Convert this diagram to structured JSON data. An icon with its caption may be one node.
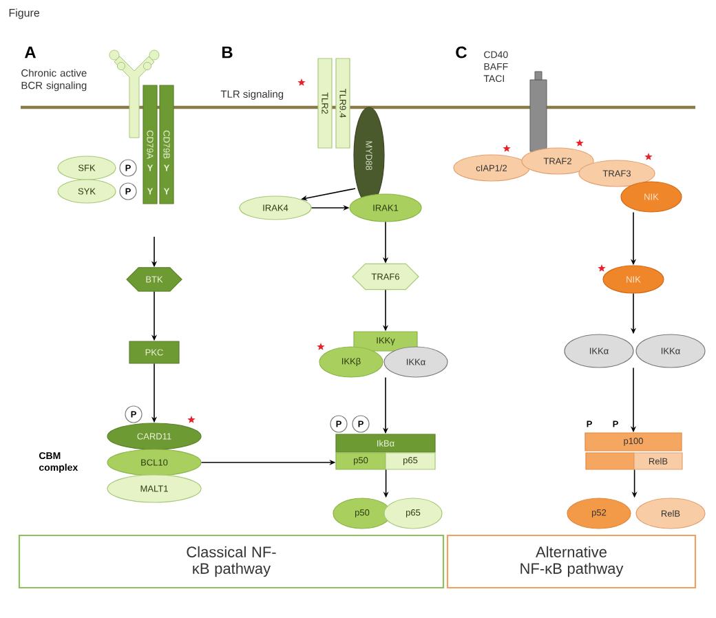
{
  "diagram": {
    "title": "Figure",
    "nodes": [
      {
        "text": [
          "CD79A"
        ]
      },
      {
        "text": [
          "CD79B"
        ]
      },
      {
        "text": [
          "SFK"
        ]
      },
      {
        "text": [
          "SYK"
        ]
      },
      {
        "text": [
          "P"
        ]
      },
      {
        "text": [
          "P"
        ]
      },
      {
        "text": [
          "BTK"
        ]
      },
      {
        "text": [
          "PKC"
        ]
      },
      {
        "text": [
          "P"
        ]
      },
      {
        "text": [
          "CARD11"
        ]
      },
      {
        "text": [
          "BCL10"
        ]
      },
      {
        "text": [
          "MALT1"
        ]
      },
      {
        "text": [
          "TLR2"
        ]
      },
      {
        "text": [
          "TLR9.4"
        ]
      },
      {
        "text": [
          "MYD88"
        ]
      },
      {
        "text": [
          "IRAK4"
        ]
      },
      {
        "text": [
          "IRAK1"
        ]
      },
      {
        "text": [
          "TRAF6"
        ]
      },
      {
        "text": [
          "IKKγ"
        ]
      },
      {
        "text": [
          "IKKβ"
        ]
      },
      {
        "text": [
          "IKKα"
        ]
      },
      {
        "text": [
          "P"
        ]
      },
      {
        "text": [
          "P"
        ]
      },
      {
        "text": [
          "IkBα"
        ]
      },
      {
        "text": [
          "p50"
        ]
      },
      {
        "text": [
          "p65"
        ]
      },
      {
        "text": [
          "p50"
        ]
      },
      {
        "text": [
          "p65"
        ]
      },
      {
        "text": [
          "cIAP1/2"
        ]
      },
      {
        "text": [
          "TRAF2"
        ]
      },
      {
        "text": [
          "TRAF3"
        ]
      },
      {
        "text": [
          "NIK"
        ]
      },
      {
        "text": [
          "NIK"
        ]
      },
      {
        "text": [
          "IKKα"
        ]
      },
      {
        "text": [
          "IKKα"
        ]
      },
      {
        "text": [
          "p100"
        ]
      },
      {
        "text": [],
        "shape": "bar"
      },
      {
        "text": [
          "RelB"
        ]
      },
      {
        "text": [
          "p52"
        ]
      },
      {
        "text": [
          "RelB"
        ]
      },
      {
        "text": [
          "Classical NF-κB pathway"
        ]
      },
      {
        "text": [
          "Alternative NF-κB pathway"
        ]
      }
    ],
    "edges": [
      {
        "from": null,
        "to": 6,
        "arrow": "to"
      },
      {
        "from": 6,
        "to": 7,
        "arrow": "to"
      },
      {
        "from": 7,
        "to": 9,
        "arrow": "to"
      },
      {
        "from": 10,
        "to": 24,
        "arrow": "to"
      },
      {
        "from": 14,
        "to": 15,
        "arrow": "to"
      },
      {
        "from": 15,
        "to": 16,
        "arrow": "to"
      },
      {
        "from": 16,
        "to": 17,
        "arrow": "to"
      },
      {
        "from": 17,
        "to": 18,
        "arrow": "to"
      },
      {
        "from": 19,
        "to": 23,
        "arrow": "to"
      },
      {
        "from": 24,
        "to": 26,
        "arrow": "to"
      },
      {
        "from": 31,
        "to": 32,
        "arrow": "to"
      },
      {
        "from": 32,
        "to": 33,
        "arrow": "to"
      },
      {
        "from": 33,
        "to": 35,
        "arrow": "to"
      },
      {
        "from": 36,
        "to": 38,
        "arrow": "to"
      }
    ],
    "labels": [
      "A",
      "Chronic active BCR signaling",
      "B",
      "TLR signaling",
      "C",
      "CD40 BAFF TACI",
      "Y",
      "Y",
      "Y",
      "Y",
      "CBM complex",
      "P",
      "P"
    ]
  }
}
